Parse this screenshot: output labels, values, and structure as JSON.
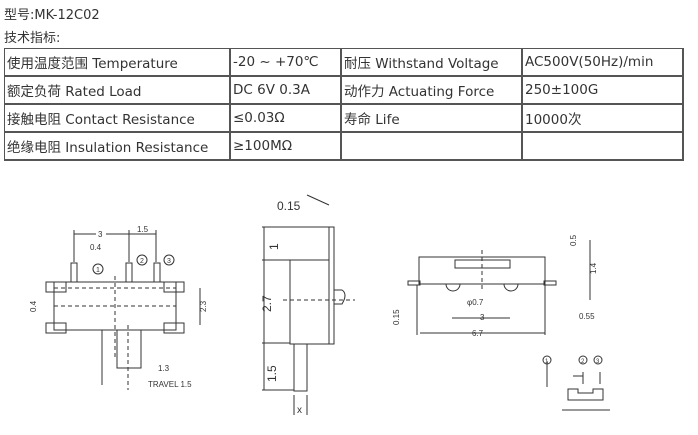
{
  "model": "型号:MK-12C02",
  "spec_title": "技术指标:",
  "specs": [
    [
      "使用温度范围 Temperature",
      "-20 ~ +70℃",
      "耐压 Withstand Voltage",
      "AC500V(50Hz)/min"
    ],
    [
      "额定负荷 Rated Load",
      "DC 6V 0.3A",
      "动作力 Actuating Force",
      "250±100G"
    ],
    [
      "接触电阻 Contact Resistance",
      "≤0.03Ω",
      "寿命 Life",
      "10000次"
    ],
    [
      "绝缘电阻 Insulation Resistance",
      "≥100MΩ",
      "",
      ""
    ]
  ],
  "front": {
    "d3": "3",
    "d15": "1.5",
    "d04a": "0.4",
    "d04b": "0.4",
    "d23": "2.3",
    "d13": "1.3",
    "travel": "TRAVEL 1.5",
    "p1": "1",
    "p2": "2",
    "p3": "3"
  },
  "side": {
    "d015": "0.15",
    "d1": "1",
    "d27": "2.7",
    "d15": "1.5",
    "x": "x"
  },
  "bottom": {
    "d05": "0.5",
    "d14": "1.4",
    "d015": "0.15",
    "phi": "φ0.7",
    "d3": "3",
    "d055": "0.55",
    "d67": "6.7",
    "p1": "1",
    "p2": "2",
    "p3": "3"
  }
}
